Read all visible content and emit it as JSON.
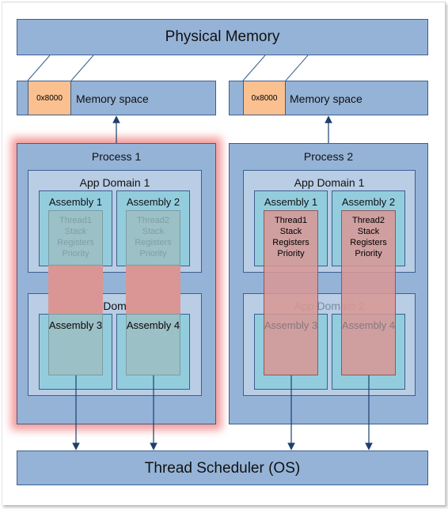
{
  "physical_memory": "Physical Memory",
  "memory_spaces": [
    {
      "address": "0x8000",
      "label": "Memory  space"
    },
    {
      "address": "0x8000",
      "label": "Memory  space"
    }
  ],
  "process1": {
    "title": "Process 1",
    "app_domain_1": "App Domain 1",
    "app_domain_2_partial": "Dom",
    "assemblies": [
      "Assembly 1",
      "Assembly 2",
      "Assembly 3",
      "Assembly 4"
    ],
    "threads": [
      {
        "name": "Thread1",
        "lines": [
          "Stack",
          "Registers",
          "Priority"
        ]
      },
      {
        "name": "Thread2",
        "lines": [
          "Stack",
          "Registers",
          "Priority"
        ]
      }
    ]
  },
  "process2": {
    "title": "Process 2",
    "app_domain_1": "App Domain 1",
    "app_domain_2": "App Domain 2",
    "assemblies": [
      "Assembly 1",
      "Assembly 2",
      "Assembly 3",
      "Assembly 4"
    ],
    "threads": [
      {
        "name": "Thread1",
        "lines": [
          "Stack",
          "Registers",
          "Priority"
        ]
      },
      {
        "name": "Thread2",
        "lines": [
          "Stack",
          "Registers",
          "Priority"
        ]
      }
    ]
  },
  "scheduler": "Thread Scheduler (OS)",
  "colors": {
    "steel": "#95b3d7",
    "domain": "#b9cde5",
    "assembly": "#93cddd",
    "address": "#fac090",
    "thread": "#d99694",
    "highlight": "#f07878"
  }
}
